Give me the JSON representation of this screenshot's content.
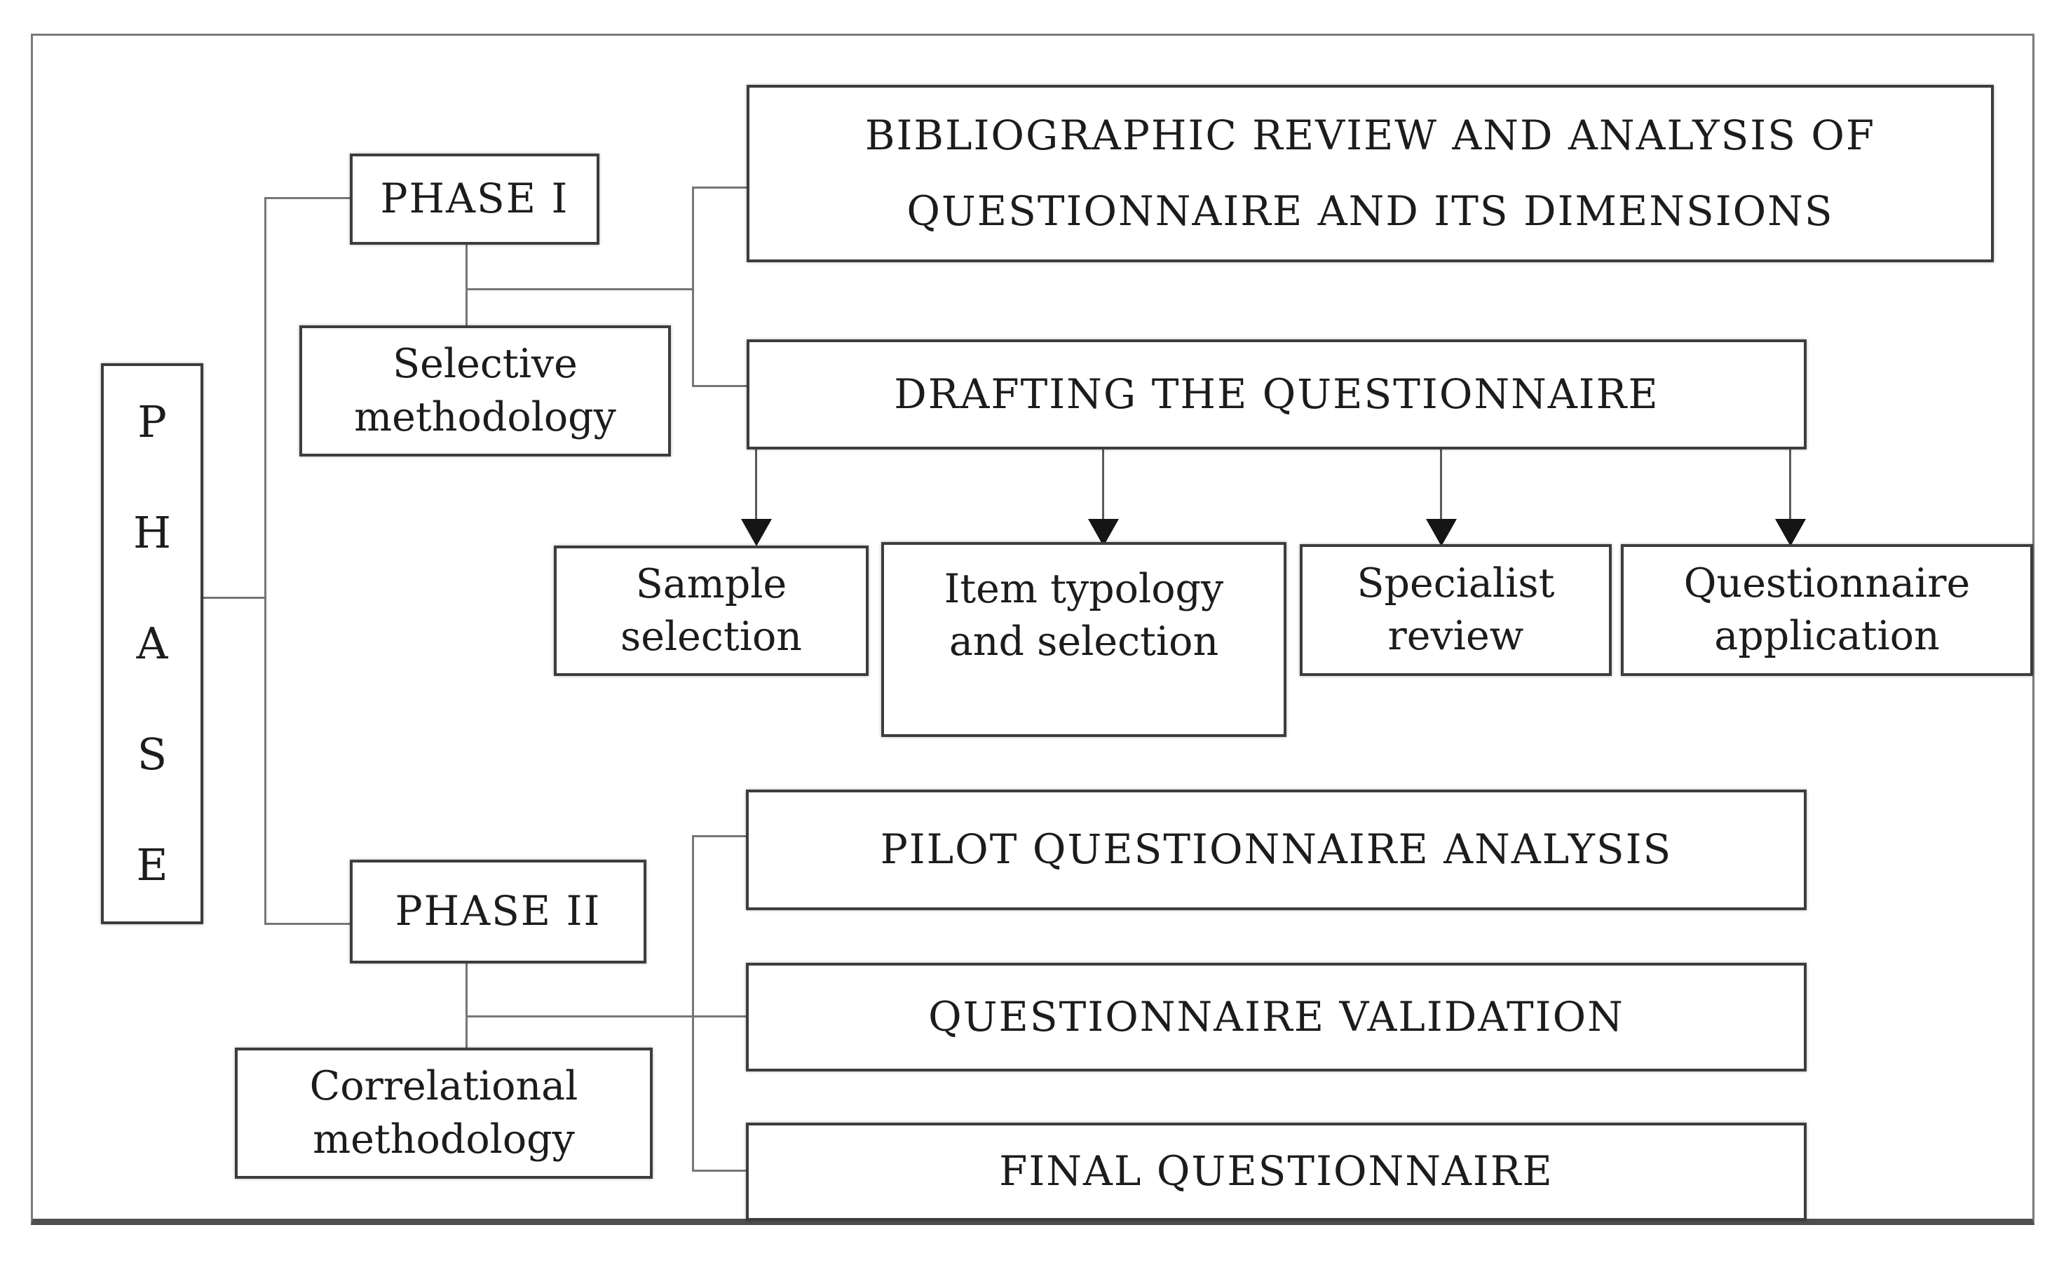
{
  "figure": {
    "type": "flowchart",
    "description": "Two-phase questionnaire development methodology diagram"
  },
  "colors": {
    "background": "#ffffff",
    "box_border": "#3d3d3d",
    "connector": "#767676",
    "arrowhead": "#151515",
    "text": "#1c1c1c",
    "frame_border": "#7a7a7a",
    "frame_bottom_border": "#4e4e4e"
  },
  "nodes": {
    "phase_letters": [
      "P",
      "H",
      "A",
      "S",
      "E"
    ],
    "phase1": "PHASE I",
    "selective": [
      "Selective",
      "methodology"
    ],
    "biblio": [
      "BIBLIOGRAPHIC REVIEW AND ANALYSIS OF",
      "QUESTIONNAIRE AND ITS DIMENSIONS"
    ],
    "drafting": "DRAFTING THE QUESTIONNAIRE",
    "sample": [
      "Sample",
      "selection"
    ],
    "item": [
      "Item typology",
      "and selection"
    ],
    "specialist": [
      "Specialist",
      "review"
    ],
    "application": [
      "Questionnaire",
      "application"
    ],
    "phase2": "PHASE II",
    "correlational": [
      "Correlational",
      "methodology"
    ],
    "pilot": "PILOT QUESTIONNAIRE ANALYSIS",
    "validation": "QUESTIONNAIRE VALIDATION",
    "final": "FINAL QUESTIONNAIRE"
  }
}
